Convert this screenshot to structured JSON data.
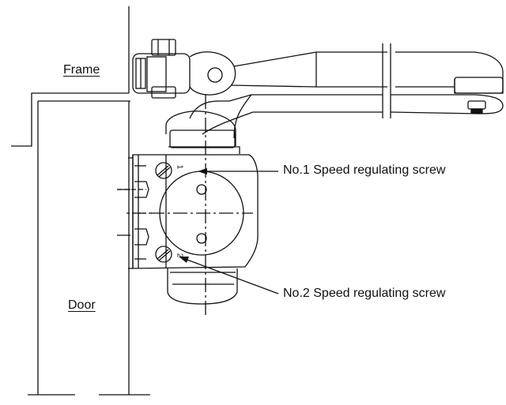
{
  "labels": {
    "frame": "Frame",
    "door": "Door",
    "screw1": "No.1 Speed regulating screw",
    "screw2": "No.2 Speed regulating screw",
    "mark1": "1",
    "mark2": "2"
  },
  "colors": {
    "line": "#111111",
    "background": "#ffffff"
  }
}
